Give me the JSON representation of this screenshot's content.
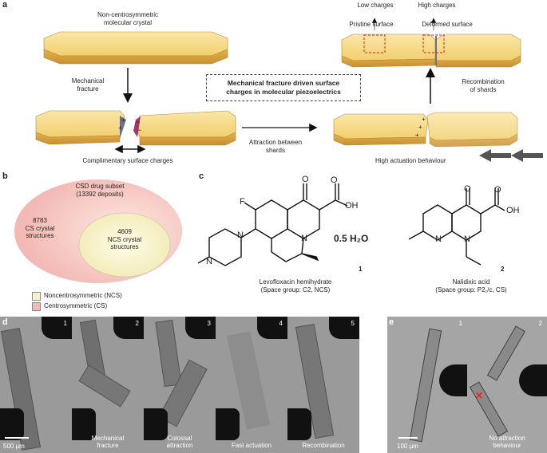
{
  "panel_a": {
    "label": "a",
    "crystal_title_1": "Non-centrosymmetric",
    "crystal_title_2": "molecular crystal",
    "mechanical_fracture_1": "Mechanical",
    "mechanical_fracture_2": "fracture",
    "complimentary": "Complimentary surface charges",
    "box_line1": "Mechanical fracture driven surface",
    "box_line2": "charges in molecular piezoelectrics",
    "attraction_1": "Attraction between",
    "attraction_2": "shards",
    "high_actuation": "High actuation behaviour",
    "recombination_1": "Recombination",
    "recombination_2": "of shards",
    "low_charges": "Low charges",
    "high_charges": "High charges",
    "pristine": "Pristine surface",
    "deformed": "Deformed surface"
  },
  "panel_b": {
    "label": "b",
    "outer_1": "CSD drug subset",
    "outer_2": "(13392 deposits)",
    "cs_1": "8783",
    "cs_2": "CS crystal",
    "cs_3": "structures",
    "ncs_1": "4609",
    "ncs_2": "NCS crystal",
    "ncs_3": "structures",
    "legend_ncs": "Noncentrosymmetric (NCS)",
    "legend_cs": "Centrosymmetric (CS)",
    "color_ncs": "#f7f2c6",
    "color_cs": "#f3b9b4"
  },
  "panel_c": {
    "label": "c",
    "F": "F",
    "O1": "O",
    "OH1": "OH",
    "O2": "O",
    "N1": "N",
    "N2": "N",
    "N3": "N",
    "water": "0.5 H₂O",
    "num1": "1",
    "name1": "Levofloxacin hemihydrate",
    "sg1": "(Space group: C2, NCS)",
    "O3": "O",
    "O4": "O",
    "OH2": "OH",
    "N4": "N",
    "N5": "N",
    "num2": "2",
    "name2": "Nalidixic acid",
    "sg2": "(Space group: P2₁/c, CS)"
  },
  "panel_d": {
    "label": "d",
    "frames": [
      {
        "num": "1",
        "caption": ""
      },
      {
        "num": "2",
        "caption": "Mechanical\nfracture"
      },
      {
        "num": "3",
        "caption": "Colossal\nattraction"
      },
      {
        "num": "4",
        "caption": "Fast actuation"
      },
      {
        "num": "5",
        "caption": "Recombination"
      }
    ],
    "scale": "500 μm"
  },
  "panel_e": {
    "label": "e",
    "frames": [
      {
        "num": "1",
        "caption": ""
      },
      {
        "num": "2",
        "caption": "No attraction\nbehaviour"
      }
    ],
    "scale": "100 μm"
  }
}
